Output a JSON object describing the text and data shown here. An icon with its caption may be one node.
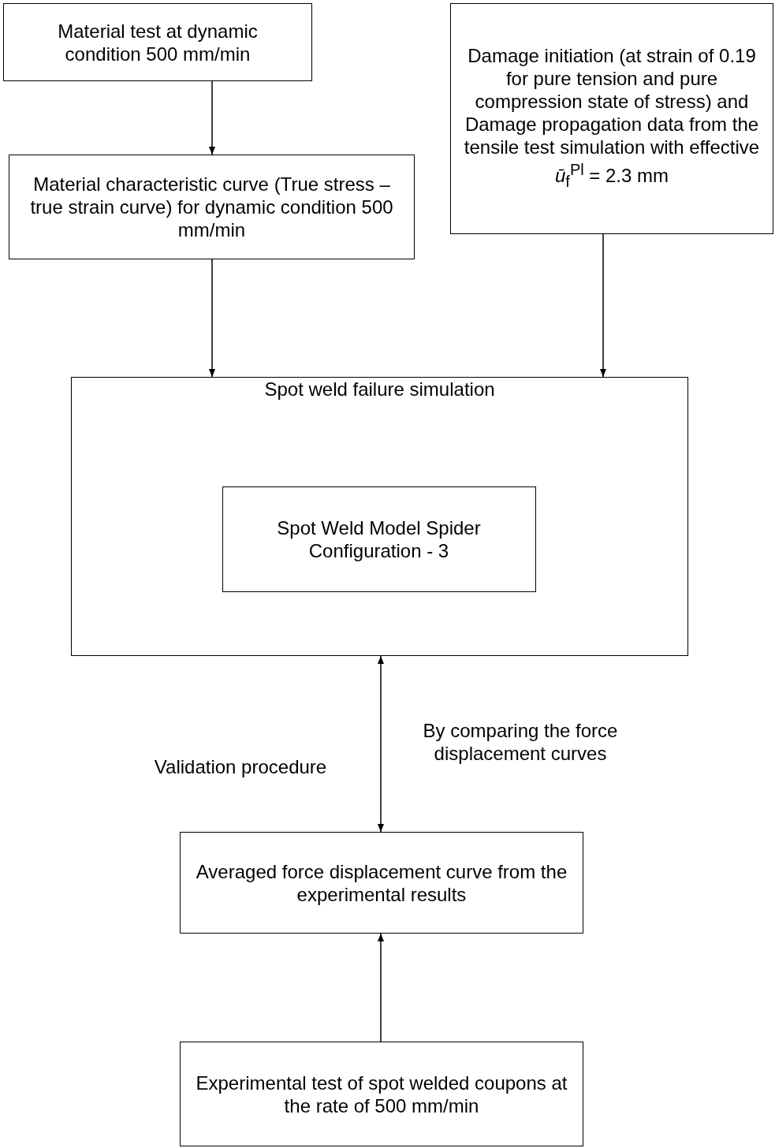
{
  "diagram": {
    "nodes": [
      {
        "text": [
          "Material test at dynamic condition 500 mm/min"
        ]
      },
      {
        "text": [
          "Material characteristic curve (True stress – true strain curve) for dynamic condition 500 mm/min"
        ]
      },
      {
        "text": [
          "Damage initiation (at strain of 0.19 for pure tension and pure compression state of stress) and Damage propagation data from the tensile test simulation with effective *ū*$_{f}$$^{Pl}$ = 2.3 mm"
        ]
      },
      {
        "text": [
          "Spot weld failure simulation"
        ]
      },
      {
        "text": [
          "Spot Weld Model Spider Configuration - 3"
        ],
        "in": 3
      },
      {
        "text": [
          "Averaged force displacement curve from the experimental results"
        ]
      },
      {
        "text": [
          "Experimental test of spot welded coupons at the rate of 500 mm/min"
        ]
      }
    ],
    "edges": [
      {
        "from": 0,
        "to": 1,
        "arrow": "to"
      },
      {
        "from": 1,
        "to": 3,
        "arrow": "to"
      },
      {
        "from": 2,
        "to": 3,
        "arrow": "to"
      },
      {
        "from": 3,
        "to": 5,
        "arrow": "both"
      },
      {
        "from": 6,
        "to": 5,
        "arrow": "to"
      }
    ],
    "labels": [
      "Validation procedure",
      "By comparing the force displacement curves"
    ]
  }
}
